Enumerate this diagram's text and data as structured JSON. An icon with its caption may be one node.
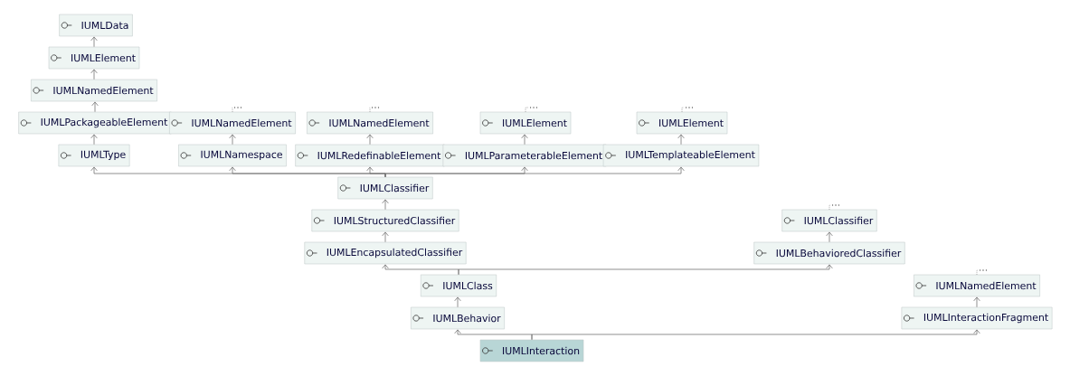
{
  "diagram": {
    "nodes": [
      {
        "text": [
          "IUMLData"
        ]
      },
      {
        "text": [
          "IUMLElement"
        ]
      },
      {
        "text": [
          "IUMLNamedElement"
        ]
      },
      {
        "text": [
          "IUMLPackageableElement"
        ]
      },
      {
        "text": [
          "IUMLType"
        ]
      },
      {
        "text": [
          "..."
        ]
      },
      {
        "text": [
          "IUMLNamedElement"
        ]
      },
      {
        "text": [
          "IUMLNamespace"
        ]
      },
      {
        "text": [
          "..."
        ]
      },
      {
        "text": [
          "IUMLNamedElement"
        ]
      },
      {
        "text": [
          "IUMLRedefinableElement"
        ]
      },
      {
        "text": [
          "..."
        ]
      },
      {
        "text": [
          "IUMLElement"
        ]
      },
      {
        "text": [
          "IUMLParameterableElement"
        ]
      },
      {
        "text": [
          "..."
        ]
      },
      {
        "text": [
          "IUMLElement"
        ]
      },
      {
        "text": [
          "IUMLTemplateableElement"
        ]
      },
      {
        "text": [
          "IUMLClassifier"
        ]
      },
      {
        "text": [
          "IUMLStructuredClassifier"
        ]
      },
      {
        "text": [
          "IUMLEncapsulatedClassifier"
        ]
      },
      {
        "text": [
          "..."
        ]
      },
      {
        "text": [
          "IUMLClassifier"
        ]
      },
      {
        "text": [
          "IUMLBehavioredClassifier"
        ]
      },
      {
        "text": [
          "IUMLClass"
        ]
      },
      {
        "text": [
          "IUMLBehavior"
        ]
      },
      {
        "text": [
          "..."
        ]
      },
      {
        "text": [
          "IUMLNamedElement"
        ]
      },
      {
        "text": [
          "IUMLInteractionFragment"
        ]
      },
      {
        "text": [
          "IUMLInteraction"
        ]
      }
    ],
    "edges": [
      {
        "from": 1,
        "to": 0,
        "arrow": "to"
      },
      {
        "from": 2,
        "to": 1,
        "arrow": "to"
      },
      {
        "from": 3,
        "to": 2,
        "arrow": "to"
      },
      {
        "from": 4,
        "to": 3,
        "arrow": "to"
      },
      {
        "from": 6,
        "to": 5,
        "arrow": "none",
        "style": "dashed"
      },
      {
        "from": 7,
        "to": 6,
        "arrow": "to"
      },
      {
        "from": 9,
        "to": 8,
        "arrow": "none",
        "style": "dashed"
      },
      {
        "from": 10,
        "to": 9,
        "arrow": "to"
      },
      {
        "from": 12,
        "to": 11,
        "arrow": "none",
        "style": "dashed"
      },
      {
        "from": 13,
        "to": 12,
        "arrow": "to"
      },
      {
        "from": 15,
        "to": 14,
        "arrow": "none",
        "style": "dashed"
      },
      {
        "from": 16,
        "to": 15,
        "arrow": "to"
      },
      {
        "from": 17,
        "to": 4,
        "arrow": "to"
      },
      {
        "from": 17,
        "to": 7,
        "arrow": "to"
      },
      {
        "from": 17,
        "to": 10,
        "arrow": "to"
      },
      {
        "from": 17,
        "to": 13,
        "arrow": "to"
      },
      {
        "from": 17,
        "to": 16,
        "arrow": "to"
      },
      {
        "from": 18,
        "to": 17,
        "arrow": "to"
      },
      {
        "from": 19,
        "to": 18,
        "arrow": "to"
      },
      {
        "from": 21,
        "to": 20,
        "arrow": "none",
        "style": "dashed"
      },
      {
        "from": 22,
        "to": 21,
        "arrow": "to"
      },
      {
        "from": 23,
        "to": 19,
        "arrow": "to"
      },
      {
        "from": 23,
        "to": 22,
        "arrow": "to"
      },
      {
        "from": 24,
        "to": 23,
        "arrow": "to"
      },
      {
        "from": 26,
        "to": 25,
        "arrow": "none",
        "style": "dashed"
      },
      {
        "from": 27,
        "to": 26,
        "arrow": "to"
      },
      {
        "from": 28,
        "to": 24,
        "arrow": "to"
      },
      {
        "from": 28,
        "to": 27,
        "arrow": "to"
      }
    ]
  }
}
